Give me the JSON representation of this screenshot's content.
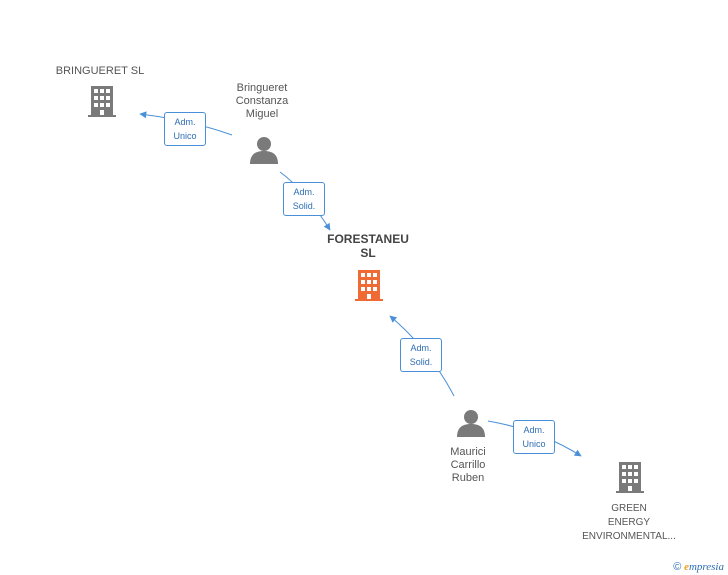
{
  "colors": {
    "company": "#7a7a7a",
    "center_company": "#f06a35",
    "person": "#7a7a7a",
    "edge": "#4a90d9"
  },
  "nodes": {
    "bringueret_sl": {
      "label": "BRINGUERET SL",
      "icon": "building-icon"
    },
    "bringueret_person": {
      "line1": "Bringueret",
      "line2": "Constanza",
      "line3": "Miguel",
      "icon": "person-icon"
    },
    "forestaneu": {
      "line1": "FORESTANEU",
      "line2": "SL",
      "icon": "building-icon"
    },
    "maurici_person": {
      "line1": "Maurici",
      "line2": "Carrillo",
      "line3": "Ruben",
      "icon": "person-icon"
    },
    "green_energy": {
      "line1": "GREEN",
      "line2": "ENERGY",
      "line3": "ENVIRONMENTAL...",
      "icon": "building-icon"
    }
  },
  "edges": {
    "e1": {
      "line1": "Adm.",
      "line2": "Unico"
    },
    "e2": {
      "line1": "Adm.",
      "line2": "Solid."
    },
    "e3": {
      "line1": "Adm.",
      "line2": "Solid."
    },
    "e4": {
      "line1": "Adm.",
      "line2": "Unico"
    }
  },
  "watermark": {
    "copyright": "©",
    "brand_initial": "e",
    "brand_rest": "mpresia"
  }
}
